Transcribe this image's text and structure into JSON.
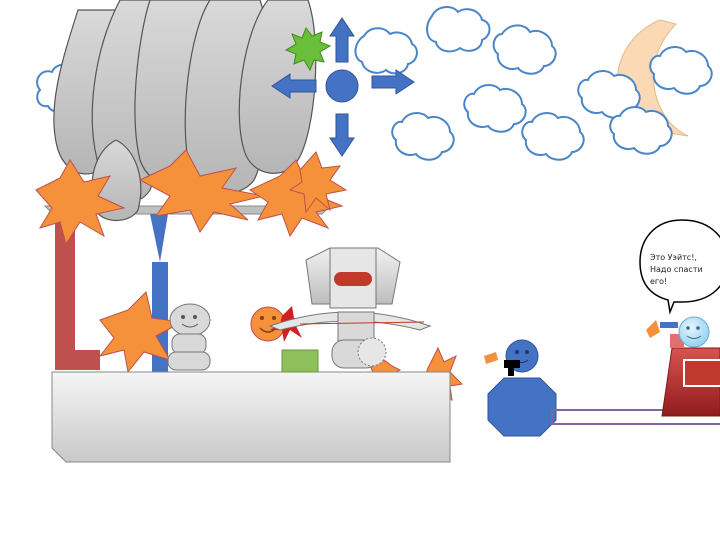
{
  "scene": {
    "speech_bubble": {
      "lines": [
        "Это Уэйтс!,",
        "Надо спасти",
        "его!"
      ]
    },
    "controls": {
      "up": "arrow-up",
      "down": "arrow-down",
      "left": "arrow-left",
      "right": "arrow-right",
      "center": "circle-button"
    },
    "colors": {
      "sky_cloud_outline": "#4a86c7",
      "smoke": "#c8c8c8",
      "fire": "#f4913a",
      "moon": "#fad9b4",
      "platform": "#e3e3e3",
      "wall": "#c0504d",
      "enemy_blue": "#4472c4",
      "red_machine": "#c0392b",
      "green_box": "#8dbf5a",
      "purple_line": "#8064a2"
    }
  }
}
